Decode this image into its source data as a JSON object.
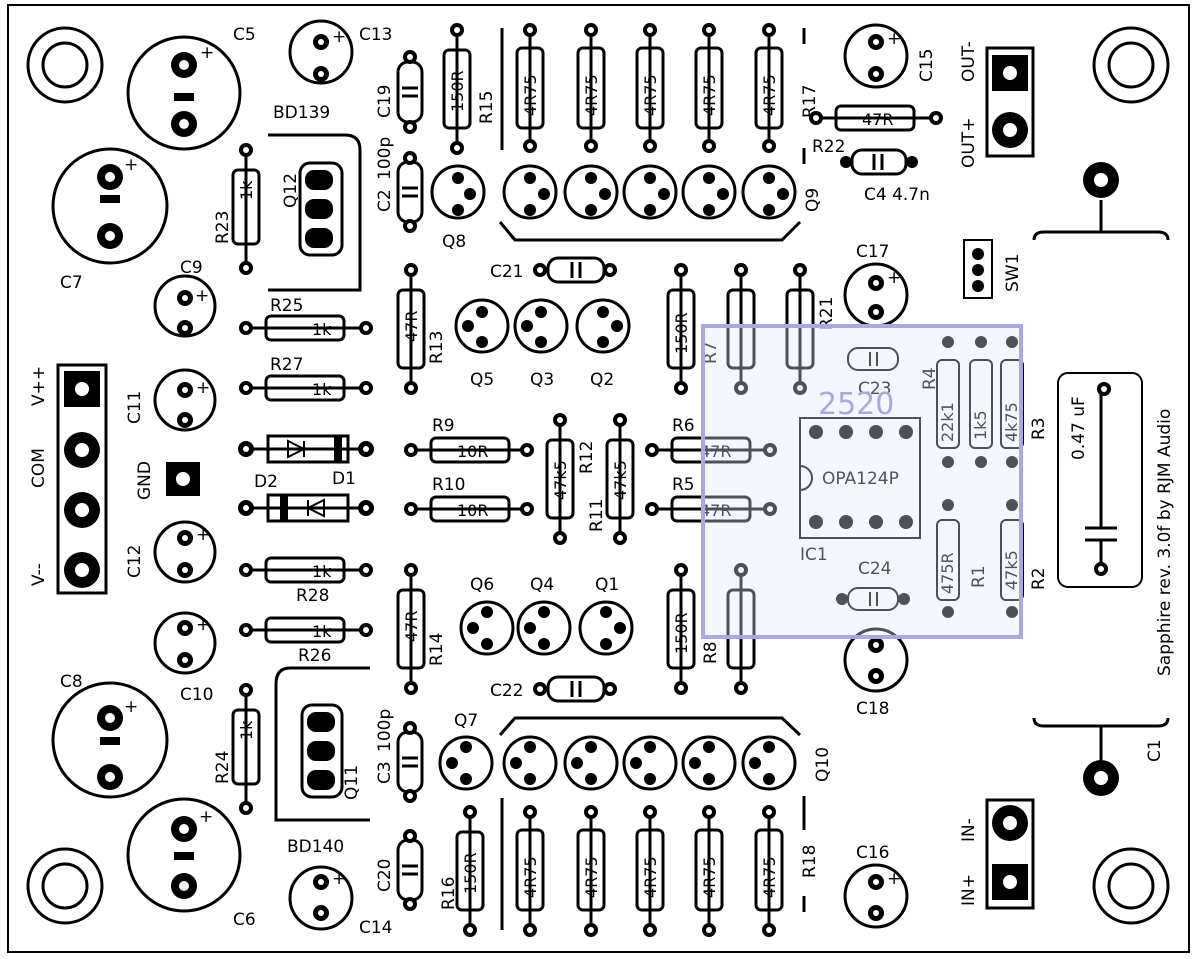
{
  "board": {
    "title": "Sapphire rev. 3.0f by RJM Audio",
    "overlay_label": "2520"
  },
  "labels": {
    "C5": "C5",
    "C7": "C7",
    "C8": "C8",
    "C6": "C6",
    "C13": "C13",
    "C14": "C14",
    "C15": "C15",
    "C16": "C16",
    "C17": "C17",
    "C18": "C18",
    "C9": "C9",
    "C10": "C10",
    "C11": "C11",
    "C12": "C12",
    "C19": "C19",
    "C20": "C20",
    "C21": "C21",
    "C22": "C22",
    "C23": "C23",
    "C24": "C24",
    "C2": "C2",
    "C3": "C3",
    "C4": "C4 4.7n",
    "C1": "C1",
    "C2val": "100p",
    "C3val": "100p",
    "C1val": "0.47 uF",
    "BD139": "BD139",
    "BD140": "BD140",
    "Q12": "Q12",
    "Q11": "Q11",
    "Q8": "Q8",
    "Q9": "Q9",
    "Q7": "Q7",
    "Q10": "Q10",
    "Q5": "Q5",
    "Q3": "Q3",
    "Q2": "Q2",
    "Q6": "Q6",
    "Q4": "Q4",
    "Q1": "Q1",
    "R23": "R23",
    "R24": "R24",
    "R25": "R25",
    "R26": "R26",
    "R27": "R27",
    "R28": "R28",
    "R13": "R13",
    "R14": "R14",
    "R15": "R15",
    "R16": "R16",
    "R17": "R17",
    "R18": "R18",
    "R9": "R9",
    "R10": "R10",
    "R11": "R11",
    "R12": "R12",
    "R6": "R6",
    "R5": "R5",
    "R22": "R22",
    "R21": "R21",
    "R7": "R7",
    "R8": "R8",
    "R1": "R1",
    "R2": "R2",
    "R3": "R3",
    "R4": "R4",
    "D1": "D1",
    "D2": "D2",
    "IC1": "IC1",
    "IC_part": "OPA124P",
    "SW1": "SW1",
    "GND": "GND",
    "Vpp": "V++",
    "COM": "COM",
    "Vmm": "V--",
    "OUTm": "OUT-",
    "OUTp": "OUT+",
    "INm": "IN-",
    "INp": "IN+"
  },
  "values": {
    "r1k": "1k",
    "r47R": "47R",
    "r150R": "150R",
    "r4R75": "4R75",
    "r10R": "10R",
    "r47k5": "47k5",
    "r22k1": "22k1",
    "r1k5": "1k5",
    "r4k75": "4k75",
    "r475R": "475R"
  }
}
